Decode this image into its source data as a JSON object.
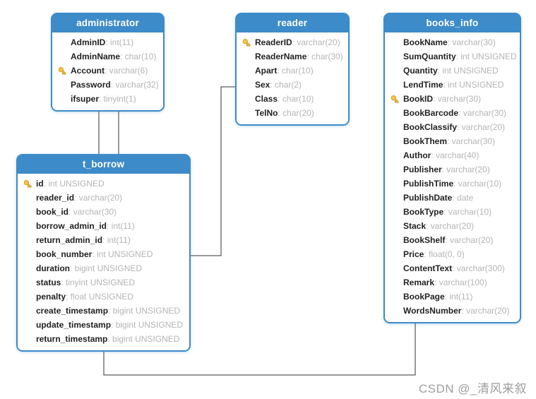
{
  "diagram": {
    "watermark": "CSDN @_清风来叙",
    "colors": {
      "table_header_bg": "#3d8bc9",
      "table_border": "#3d8bc9",
      "field_name": "#222222",
      "field_type": "#b4b4b4",
      "connector": "#333333",
      "key_icon_fill": "#f5c63f",
      "key_icon_stroke": "#cf9a2e"
    },
    "icons": {
      "primary_key": "key-icon"
    },
    "tables": [
      {
        "title": "administrator",
        "fields": [
          {
            "name": "AdminID",
            "type": "int(11)",
            "key": false
          },
          {
            "name": "AdminName",
            "type": "char(10)",
            "key": false
          },
          {
            "name": "Account",
            "type": "varchar(6)",
            "key": true
          },
          {
            "name": "Password",
            "type": "varchar(32)",
            "key": false
          },
          {
            "name": "ifsuper",
            "type": "tinyint(1)",
            "key": false
          }
        ]
      },
      {
        "title": "reader",
        "fields": [
          {
            "name": "ReaderID",
            "type": "varchar(20)",
            "key": true
          },
          {
            "name": "ReaderName",
            "type": "char(30)",
            "key": false
          },
          {
            "name": "Apart",
            "type": "char(10)",
            "key": false
          },
          {
            "name": "Sex",
            "type": "char(2)",
            "key": false
          },
          {
            "name": "Class",
            "type": "char(10)",
            "key": false
          },
          {
            "name": "TelNo",
            "type": "char(20)",
            "key": false
          }
        ]
      },
      {
        "title": "books_info",
        "fields": [
          {
            "name": "BookName",
            "type": "varchar(30)",
            "key": false
          },
          {
            "name": "SumQuantity",
            "type": "int UNSIGNED",
            "key": false
          },
          {
            "name": "Quantity",
            "type": "int UNSIGNED",
            "key": false
          },
          {
            "name": "LendTime",
            "type": "int UNSIGNED",
            "key": false
          },
          {
            "name": "BookID",
            "type": "varchar(30)",
            "key": true
          },
          {
            "name": "BookBarcode",
            "type": "varchar(30)",
            "key": false
          },
          {
            "name": "BookClassify",
            "type": "varchar(20)",
            "key": false
          },
          {
            "name": "BookThem",
            "type": "varchar(30)",
            "key": false
          },
          {
            "name": "Author",
            "type": "varchar(40)",
            "key": false
          },
          {
            "name": "Publisher",
            "type": "varchar(20)",
            "key": false
          },
          {
            "name": "PublishTime",
            "type": "varchar(10)",
            "key": false
          },
          {
            "name": "PublishDate",
            "type": "date",
            "key": false
          },
          {
            "name": "BookType",
            "type": "varchar(10)",
            "key": false
          },
          {
            "name": "Stack",
            "type": "varchar(20)",
            "key": false
          },
          {
            "name": "BookShelf",
            "type": "varchar(20)",
            "key": false
          },
          {
            "name": "Price",
            "type": "float(0, 0)",
            "key": false
          },
          {
            "name": "ContentText",
            "type": "varchar(300)",
            "key": false
          },
          {
            "name": "Remark",
            "type": "varchar(100)",
            "key": false
          },
          {
            "name": "BookPage",
            "type": "int(11)",
            "key": false
          },
          {
            "name": "WordsNumber",
            "type": "varchar(20)",
            "key": false
          }
        ]
      },
      {
        "title": "t_borrow",
        "fields": [
          {
            "name": "id",
            "type": "int UNSIGNED",
            "key": true
          },
          {
            "name": "reader_id",
            "type": "varchar(20)",
            "key": false
          },
          {
            "name": "book_id",
            "type": "varchar(30)",
            "key": false
          },
          {
            "name": "borrow_admin_id",
            "type": "int(11)",
            "key": false
          },
          {
            "name": "return_admin_id",
            "type": "int(11)",
            "key": false
          },
          {
            "name": "book_number",
            "type": "int UNSIGNED",
            "key": false
          },
          {
            "name": "duration",
            "type": "bigint UNSIGNED",
            "key": false
          },
          {
            "name": "status",
            "type": "tinyint UNSIGNED",
            "key": false
          },
          {
            "name": "penalty",
            "type": "float UNSIGNED",
            "key": false
          },
          {
            "name": "create_timestamp",
            "type": "bigint UNSIGNED",
            "key": false
          },
          {
            "name": "update_timestamp",
            "type": "bigint UNSIGNED",
            "key": false
          },
          {
            "name": "return_timestamp",
            "type": "bigint UNSIGNED",
            "key": false
          }
        ]
      }
    ],
    "relations": [
      {
        "from": "administrator",
        "to": "t_borrow"
      },
      {
        "from": "administrator",
        "to": "t_borrow"
      },
      {
        "from": "reader",
        "to": "t_borrow"
      },
      {
        "from": "books_info",
        "to": "t_borrow"
      }
    ]
  }
}
